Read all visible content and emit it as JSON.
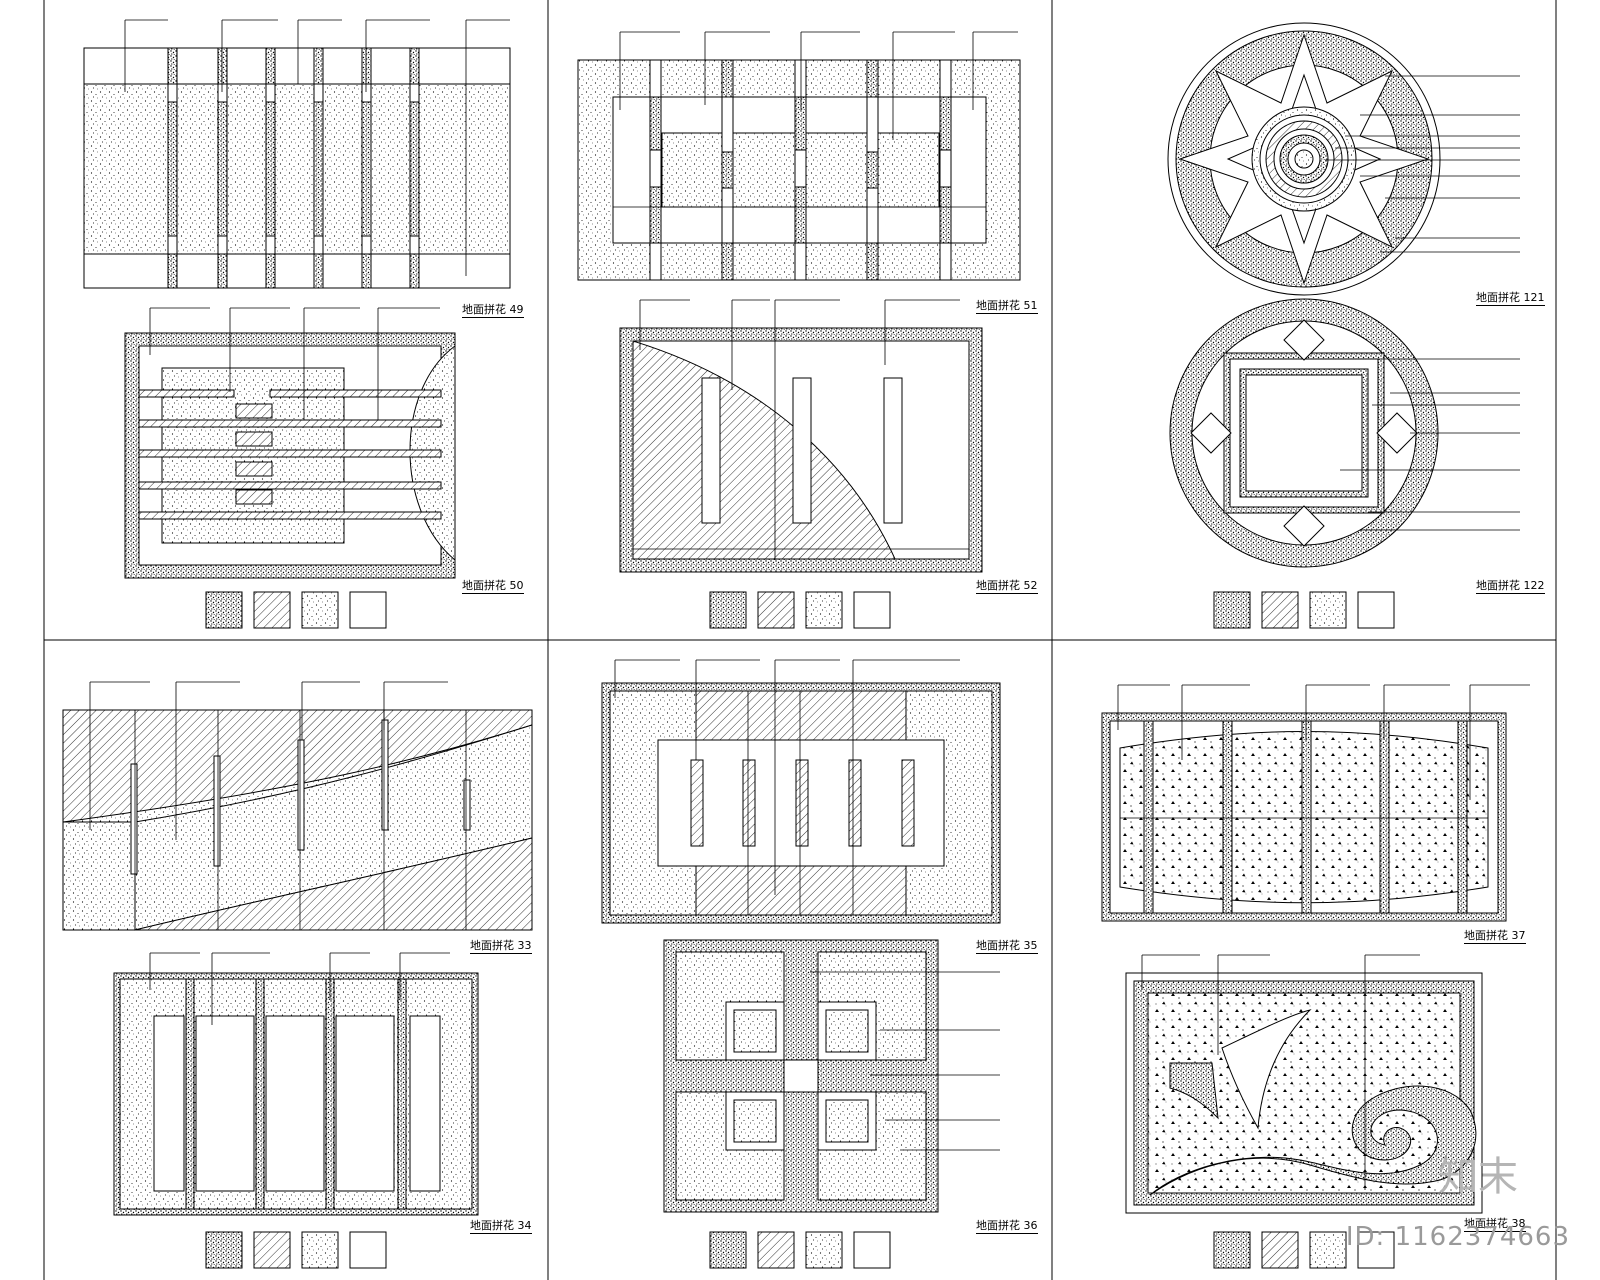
{
  "titles": {
    "p49": "地面拼花 49",
    "p50": "地面拼花 50",
    "p51": "地面拼花 51",
    "p52": "地面拼花 52",
    "p121": "地面拼花 121",
    "p122": "地面拼花 122",
    "p33": "地面拼花 33",
    "p34": "地面拼花 34",
    "p35": "地面拼花 35",
    "p36": "地面拼花 36",
    "p37": "地面拼花 37",
    "p38": "地面拼花 38"
  },
  "watermark": {
    "id_text": "ID: 1162374663",
    "logo_text": "知末"
  }
}
